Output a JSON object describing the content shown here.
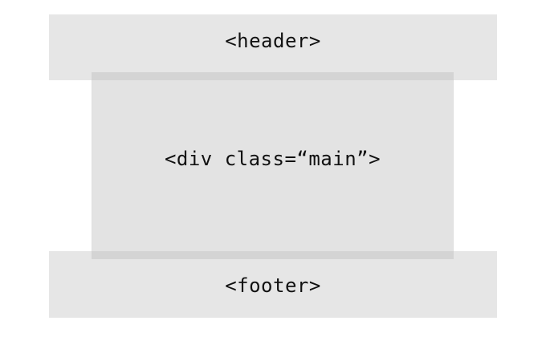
{
  "diagram": {
    "header_label": "<header>",
    "main_label": "<div class=“main”>",
    "footer_label": "<footer>"
  }
}
